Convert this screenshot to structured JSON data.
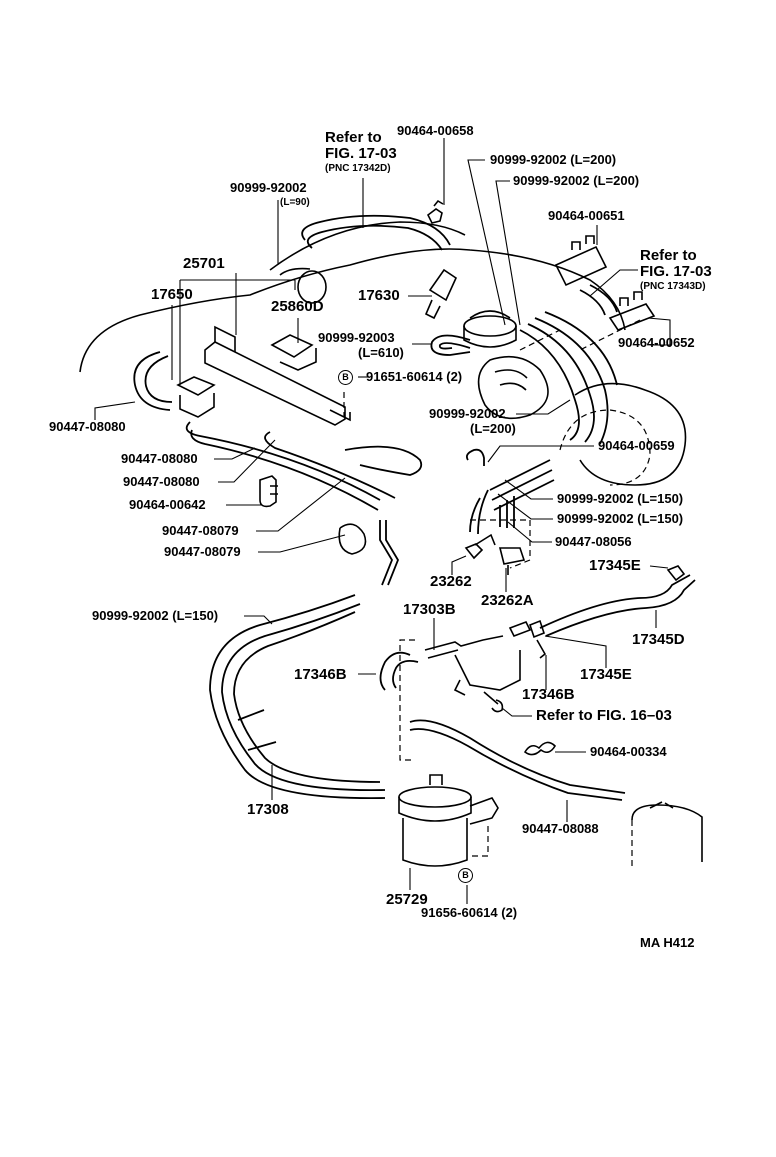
{
  "diagram": {
    "title": "Fuel / Vacuum Hose Routing Parts Diagram",
    "figure_code": "MA H412",
    "references": [
      {
        "id": "ref_17342d",
        "line1": "Refer to",
        "line2": "FIG. 17-03",
        "line3": "(PNC 17342D)"
      },
      {
        "id": "ref_17343d",
        "line1": "Refer to",
        "line2": "FIG. 17-03",
        "line3": "(PNC 17343D)"
      },
      {
        "id": "ref_16_03",
        "text": "Refer to FIG. 16–03"
      }
    ],
    "bolt_marker": "B",
    "labels": {
      "p90464_00658": "90464-00658",
      "p90999_92002_l200_a": "90999-92002 (L=200)",
      "p90999_92002_l200_b": "90999-92002 (L=200)",
      "p90999_92002_l90": "90999-92002",
      "p90999_92002_l90_len": "(L=90)",
      "p90464_00651": "90464-00651",
      "p25701": "25701",
      "p17650": "17650",
      "p25860d": "25860D",
      "p17630": "17630",
      "p90464_00652": "90464-00652",
      "p90999_92003": "90999-92003",
      "p90999_92003_len": "(L=610)",
      "p91651_60614": "91651-60614 (2)",
      "p90447_08080_a": "90447-08080",
      "p90999_92002_l200_c": "90999-92002",
      "p90999_92002_l200_c_len": "(L=200)",
      "p90464_00659": "90464-00659",
      "p90447_08080_b": "90447-08080",
      "p90447_08080_c": "90447-08080",
      "p90464_00642": "90464-00642",
      "p90999_92002_l150_a": "90999-92002 (L=150)",
      "p90999_92002_l150_b": "90999-92002 (L=150)",
      "p90447_08079_a": "90447-08079",
      "p90447_08079_b": "90447-08079",
      "p90447_08056": "90447-08056",
      "p23262": "23262",
      "p23262a": "23262A",
      "p17345e_a": "17345E",
      "p90999_92002_l150_c": "90999-92002 (L=150)",
      "p17303b": "17303B",
      "p17345d": "17345D",
      "p17346b_a": "17346B",
      "p17345e_b": "17345E",
      "p17346b_b": "17346B",
      "p90464_00334": "90464-00334",
      "p17308": "17308",
      "p90447_08088": "90447-08088",
      "p25729": "25729",
      "p91656_60614": "91656-60614 (2)"
    }
  }
}
